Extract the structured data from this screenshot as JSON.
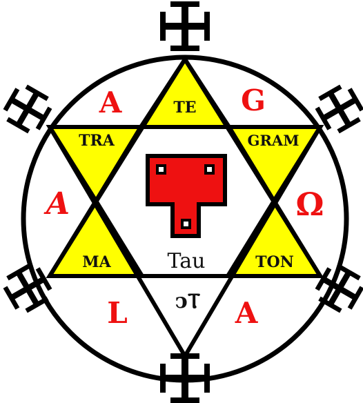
{
  "colors": {
    "background": "#ffffff",
    "outline": "#000000",
    "triangle_fill": "#ffff00",
    "tau_red": "#ee1111",
    "letter_red": "#ee1111"
  },
  "triangle_words": {
    "top": "TE",
    "upper_left": "TRA",
    "upper_right": "GRAM",
    "lower_left": "MA",
    "lower_right": "TON"
  },
  "circle_letters": {
    "upper_left": "A",
    "upper_right": "G",
    "left": "A",
    "right": "Ω",
    "lower_left": "L",
    "lower_right": "A"
  },
  "center": {
    "symbol": "tau-cross",
    "caption": "Tau"
  },
  "bottom_symbol": "ↄⲦ",
  "ornaments": "cross-potent"
}
